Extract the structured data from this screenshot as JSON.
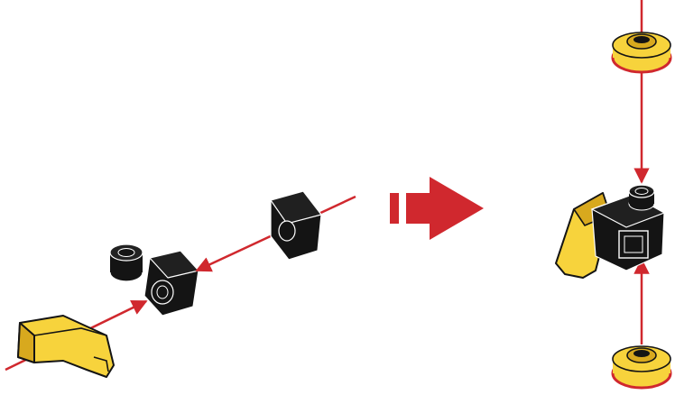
{
  "image": {
    "kind": "instruction-step-illustration",
    "text": []
  },
  "colors": {
    "arrow_red": "#d0282e",
    "brick_black": "#141414",
    "brick_yellow": "#f7d33c",
    "yellow_shadow": "#d8a91e",
    "outline": "#141414",
    "highlight": "#ffffff"
  },
  "parts": [
    {
      "name": "yellow-wedge-slope"
    },
    {
      "name": "black-plate-with-clip"
    },
    {
      "name": "black-tile-1x1"
    },
    {
      "name": "yellow-round-plate-top"
    },
    {
      "name": "yellow-round-plate-bottom"
    },
    {
      "name": "assembled-module"
    }
  ],
  "icons": {
    "step_transition": "arrow-right-icon",
    "assembly_lines": "red-assembly-arrow"
  }
}
